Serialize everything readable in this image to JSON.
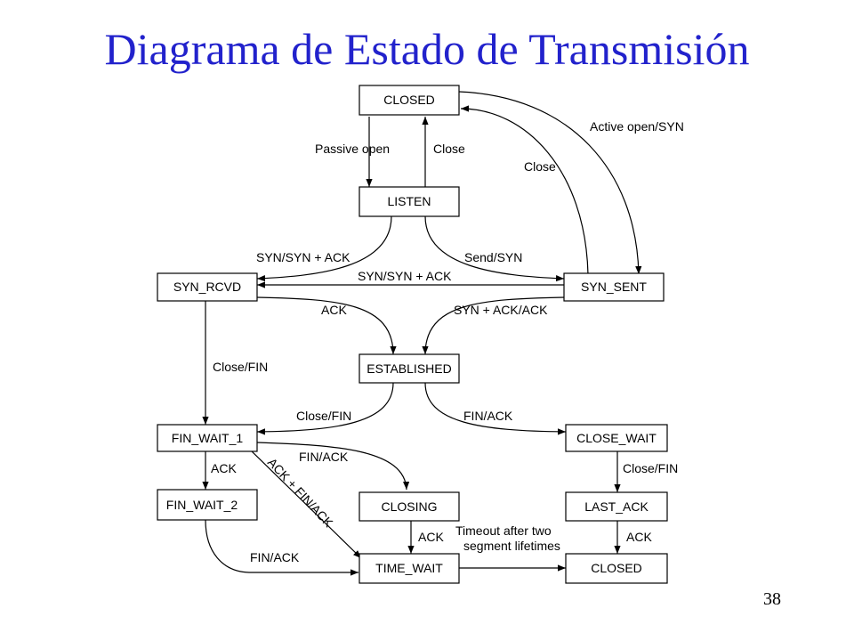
{
  "title": "Diagrama de Estado de Transmisión",
  "page_number": "38",
  "states": {
    "closed_top": "CLOSED",
    "listen": "LISTEN",
    "syn_rcvd": "SYN_RCVD",
    "syn_sent": "SYN_SENT",
    "established": "ESTABLISHED",
    "fin_wait_1": "FIN_WAIT_1",
    "close_wait": "CLOSE_WAIT",
    "fin_wait_2": "FIN_WAIT_2",
    "closing": "CLOSING",
    "last_ack": "LAST_ACK",
    "time_wait": "TIME_WAIT",
    "closed_bottom": "CLOSED"
  },
  "transitions": {
    "passive_open": "Passive open",
    "close_listen": "Close",
    "active_open": "Active open/SYN",
    "close_syn_sent": "Close",
    "syn_synack_listen": "SYN/SYN + ACK",
    "send_syn": "Send/SYN",
    "syn_synack_sent": "SYN/SYN + ACK",
    "ack_rcvd": "ACK",
    "synack_ack": "SYN + ACK/ACK",
    "close_fin_rcvd": "Close/FIN",
    "close_fin_est": "Close/FIN",
    "fin_ack_est": "FIN/ACK",
    "fin_ack_fw1": "FIN/ACK",
    "ack_fw1": "ACK",
    "ack_fin_ack": "ACK + FIN/ACK",
    "close_fin_cw": "Close/FIN",
    "ack_closing": "ACK",
    "timeout_line1": "Timeout after two",
    "timeout_line2": "segment lifetimes",
    "ack_last": "ACK",
    "fin_ack_fw2": "FIN/ACK"
  }
}
